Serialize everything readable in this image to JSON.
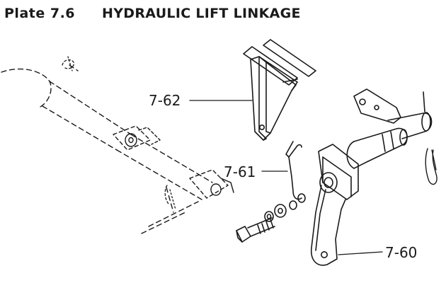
{
  "header": {
    "plate_number": "Plate 7.6",
    "title": "HYDRAULIC LIFT LINKAGE"
  },
  "callouts": [
    {
      "label": "7-62",
      "part": "bracket-plate"
    },
    {
      "label": "7-61",
      "part": "spring-link-rod"
    },
    {
      "label": "7-60",
      "part": "lift-arm"
    }
  ],
  "colors": {
    "ink": "#1a1a1a",
    "paper": "#ffffff"
  }
}
